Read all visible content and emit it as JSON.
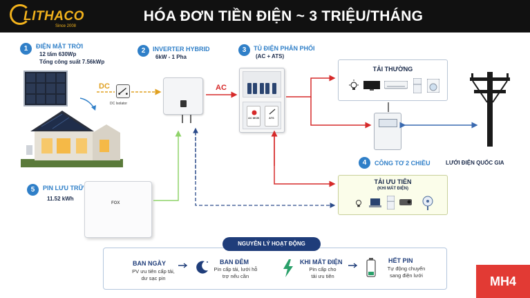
{
  "header": {
    "logo_text": "LITHACO",
    "logo_sub": "Since 2008",
    "title": "HÓA ĐƠN TIỀN ĐIỆN ~ 3 TRIỆU/THÁNG"
  },
  "steps": [
    {
      "num": "1",
      "title": "ĐIỆN MẶT TRỜI",
      "lines": [
        "12 tấm 630Wp",
        "Tổng công suất 7.56kWp"
      ]
    },
    {
      "num": "2",
      "title": "INVERTER HYBRID",
      "lines": [
        "6kW - 1 Pha"
      ]
    },
    {
      "num": "3",
      "title": "TỦ ĐIỆN PHÂN PHỐI",
      "lines": [
        "(AC + ATS)"
      ]
    },
    {
      "num": "4",
      "title": "CÔNG TƠ 2 CHIỀU",
      "lines": []
    },
    {
      "num": "5",
      "title": "PIN LƯU TRỮ",
      "lines": [
        "11.52 kWh"
      ]
    }
  ],
  "labels": {
    "dc": "DC",
    "dc_isolator": "DC Isolator",
    "ac": "AC",
    "ac_mcb": "AC MCB",
    "ats": "ATS",
    "battery_brand": "FOX",
    "grid": "LƯỚI ĐIỆN QUỐC GIA"
  },
  "loads": {
    "normal": {
      "title": "TẢI THƯỜNG"
    },
    "priority": {
      "title": "TẢI ƯU TIÊN",
      "subtitle": "(KHI MẤT ĐIỆN)"
    }
  },
  "principle": {
    "title": "NGUYÊN LÝ HOẠT ĐỘNG",
    "items": [
      {
        "title": "BAN NGÀY",
        "body": [
          "PV ưu tiên cấp tải,",
          "dư sạc pin"
        ]
      },
      {
        "title": "BAN ĐÊM",
        "body": [
          "Pin cấp tải, lưới hỗ",
          "trợ nếu cần"
        ]
      },
      {
        "title": "KHI MẤT ĐIỆN",
        "body": [
          "Pin cấp cho",
          "tải ưu tiên"
        ]
      },
      {
        "title": "HẾT PIN",
        "body": [
          "Tự động chuyển",
          "sang điện lưới"
        ]
      }
    ]
  },
  "badge": "MH4",
  "colors": {
    "dc_line": "#e0a020",
    "ac_line": "#d62a2a",
    "battery_line": "#8fd36a",
    "comm_line": "#2a4a8a",
    "meter_line": "#3a6ab0",
    "step_accent": "#2f7fc8",
    "badge_bg": "#e23a34"
  }
}
